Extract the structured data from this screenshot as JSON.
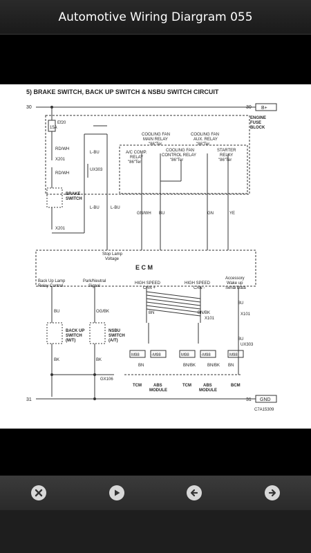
{
  "app": {
    "title": "Automotive Wiring Diargram 055"
  },
  "diagram": {
    "heading": "5) BRAKE SWITCH, BACK UP SWITCH & NSBU SWITCH CIRCUIT",
    "fuse_block": [
      "ENGINE",
      "FUSE",
      "BLOCK"
    ],
    "bplus": "B+",
    "gnd": "GND",
    "line30": "30",
    "line31": "31",
    "fuse": [
      "Ef20",
      "15A"
    ],
    "relays": {
      "ac": [
        "A/C COMP.",
        "RELAY",
        "\"86\"Ter"
      ],
      "cfmain": [
        "COOLING FAN",
        "MAIN RELAY",
        "\"86\"Ter"
      ],
      "cfctrl": [
        "COOLING FAN",
        "CONTROL RELAY",
        "\"86\"Ter"
      ],
      "cfaux": [
        "COOLING FAN",
        "AUX. RELAY",
        "\"86\"Ter"
      ],
      "starter": [
        "STARTER",
        "RELAY",
        "\"86\"Ter"
      ]
    },
    "ecm": "E C M",
    "stop_lamp": [
      "Stop Lamp",
      "Voltage"
    ],
    "ecm_pins": [
      "Back Up Lamp",
      "Relay Control",
      "Park/Neutral",
      "Signal",
      "HIGH SPEED",
      "CAN +",
      "HIGH SPEED",
      "CAN -",
      "Accessory",
      "Wake up",
      "Serial Data"
    ],
    "brake_switch": [
      "BRAKE",
      "SWITCH"
    ],
    "backup_switch": [
      "BACK UP",
      "SWITCH",
      "(M/T)"
    ],
    "nsbu_switch": [
      "NSBU",
      "SWITCH",
      "(A/T)"
    ],
    "wires": [
      "RD/WH",
      "RD/WH",
      "L-BU",
      "L-BU",
      "L-BU",
      "GN/WH",
      "BU",
      "GN",
      "YE",
      "BU",
      "OG/BK",
      "BK",
      "BK",
      "BN",
      "BN/BK",
      "BU",
      "BU",
      "BN",
      "BN/BK",
      "BN",
      "BN/BK"
    ],
    "connectors": [
      "X201",
      "X201",
      "UX303",
      "X101",
      "X101",
      "UX303",
      "GX106"
    ],
    "modules": [
      "TCM",
      "ABS",
      "MODULE",
      "TCM",
      "ABS",
      "MODULE",
      "BCM"
    ],
    "codes": [
      "M98",
      "-M98",
      "M98",
      "-M98",
      "M98"
    ],
    "ref": "C7A15309"
  },
  "nav": {
    "close": "close-icon",
    "play": "play-icon",
    "prev": "arrow-left-icon",
    "next": "arrow-right-icon"
  }
}
